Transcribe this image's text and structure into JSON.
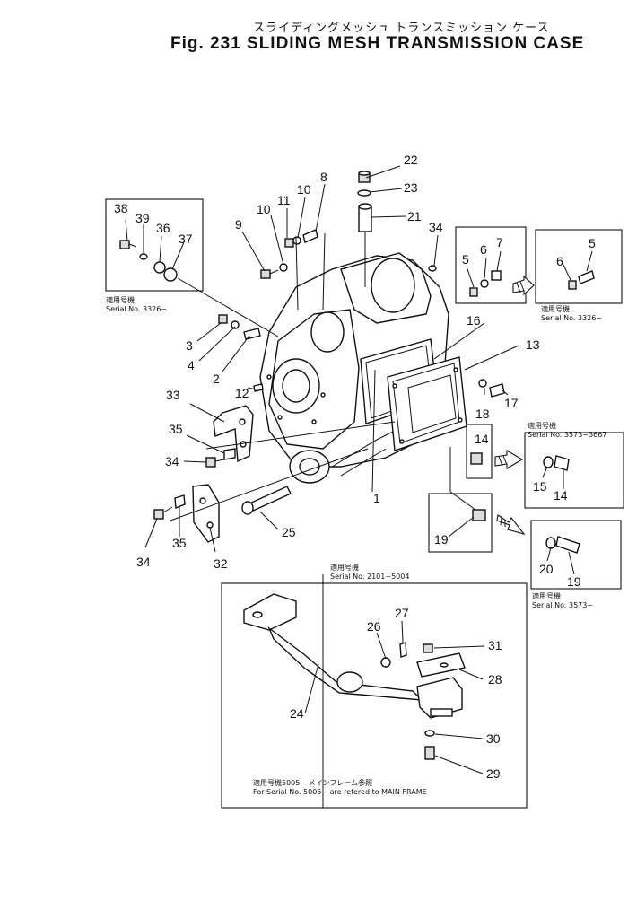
{
  "title": {
    "japanese": "スライディングメッシュ トランスミッション ケース",
    "english": "Fig. 231 SLIDING MESH TRANSMISSION CASE"
  },
  "notes": {
    "serial_3326_left": {
      "jp": "適用号機",
      "en": "Serial No. 3326~"
    },
    "serial_3326_right": {
      "jp": "適用号機",
      "en": "Serial No. 3326~"
    },
    "serial_3573_3667": {
      "jp": "適用号機",
      "en": "Serial No. 3573~3667"
    },
    "serial_3573": {
      "jp": "適用号機",
      "en": "Serial No. 3573~"
    },
    "serial_2101_5004": {
      "jp": "適用号機",
      "en": "Serial No. 2101~5004"
    },
    "main_frame": {
      "jp": "適用号機5005~ メインフレーム参照",
      "en": "For Serial No. 5005~ are refered to MAIN FRAME"
    }
  },
  "callouts": [
    "1",
    "2",
    "3",
    "4",
    "5",
    "5",
    "6",
    "6",
    "7",
    "8",
    "9",
    "10",
    "10",
    "11",
    "12",
    "13",
    "14",
    "14",
    "15",
    "16",
    "17",
    "18",
    "19",
    "19",
    "20",
    "21",
    "22",
    "23",
    "24",
    "25",
    "26",
    "27",
    "28",
    "29",
    "30",
    "31",
    "32",
    "33",
    "34",
    "34",
    "34",
    "35",
    "35",
    "36",
    "37",
    "38",
    "39"
  ]
}
